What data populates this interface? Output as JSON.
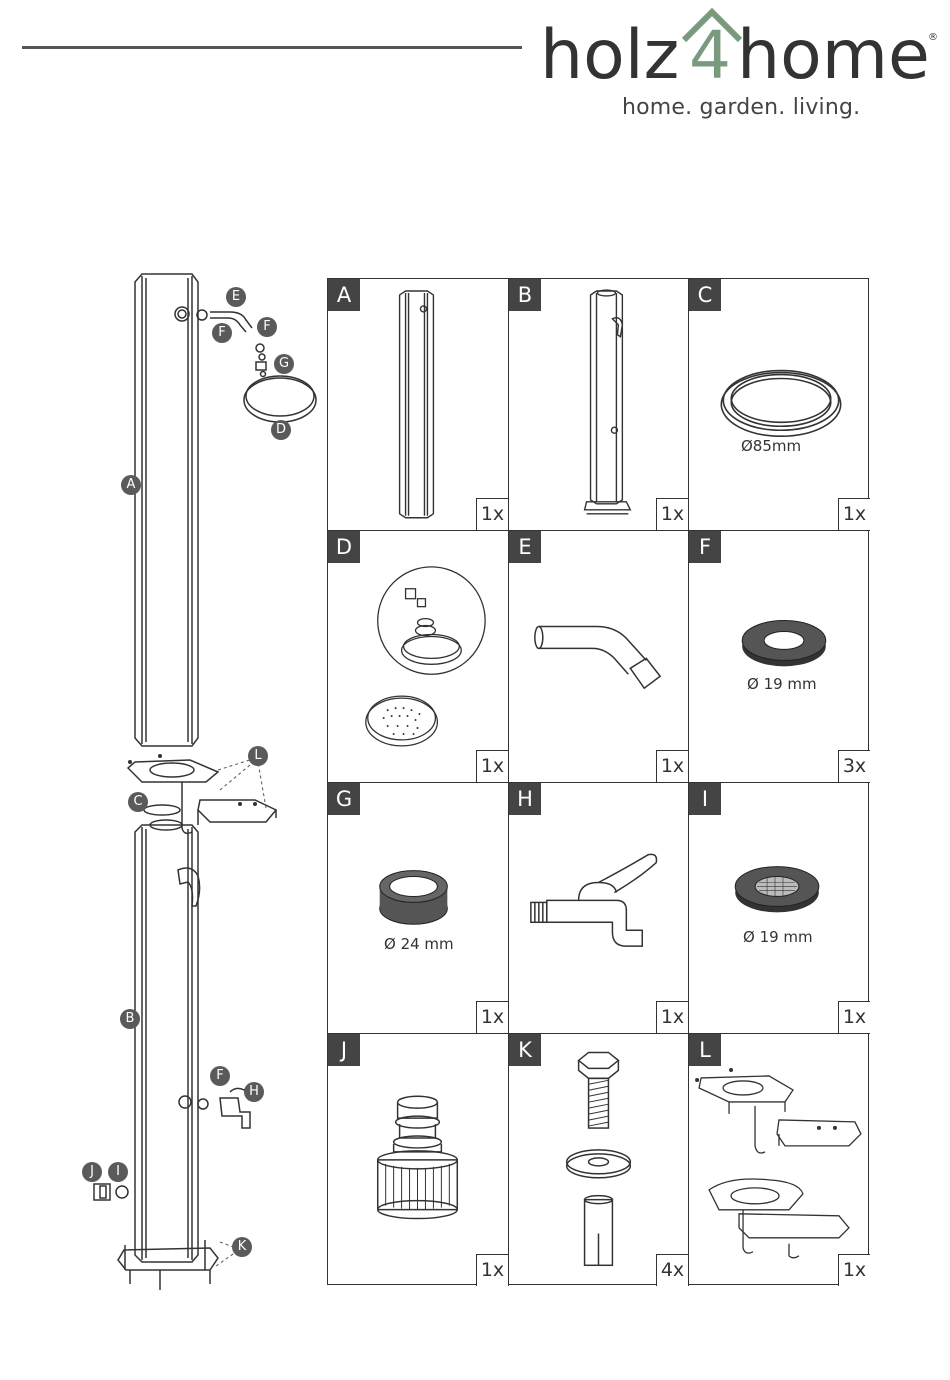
{
  "brand": {
    "name_part1": "holz",
    "name_digit": "4",
    "name_part2": "home",
    "registered": "®",
    "tagline": "home. garden. living."
  },
  "overview_labels": {
    "A": "A",
    "B": "B",
    "C": "C",
    "D": "D",
    "E": "E",
    "F1": "F",
    "F2": "F",
    "F3": "F",
    "G": "G",
    "H": "H",
    "I": "I",
    "J": "J",
    "K": "K",
    "L": "L"
  },
  "parts": [
    {
      "letter": "A",
      "qty": "1x",
      "dim": ""
    },
    {
      "letter": "B",
      "qty": "1x",
      "dim": ""
    },
    {
      "letter": "C",
      "qty": "1x",
      "dim": "Ø85mm"
    },
    {
      "letter": "D",
      "qty": "1x",
      "dim": ""
    },
    {
      "letter": "E",
      "qty": "1x",
      "dim": ""
    },
    {
      "letter": "F",
      "qty": "3x",
      "dim": "Ø 19 mm"
    },
    {
      "letter": "G",
      "qty": "1x",
      "dim": "Ø 24 mm"
    },
    {
      "letter": "H",
      "qty": "1x",
      "dim": ""
    },
    {
      "letter": "I",
      "qty": "1x",
      "dim": "Ø 19 mm"
    },
    {
      "letter": "J",
      "qty": "1x",
      "dim": ""
    },
    {
      "letter": "K",
      "qty": "4x",
      "dim": ""
    },
    {
      "letter": "L",
      "qty": "1x",
      "dim": ""
    }
  ],
  "colors": {
    "callout": "#5a5a5a",
    "letter_badge": "#444444",
    "logo_text": "#333333",
    "logo_accent": "#7a9a7e"
  }
}
